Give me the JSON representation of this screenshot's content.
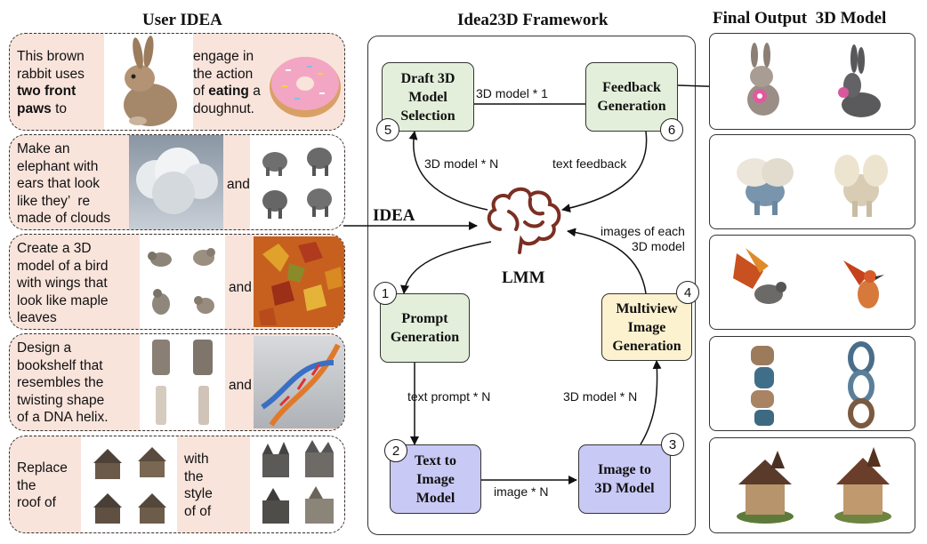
{
  "headings": {
    "user_idea": "User IDEA",
    "framework": "Idea23D Framework",
    "final_output": "Final Output  3D Model"
  },
  "examples": [
    {
      "text_a": [
        "This brown",
        "rabbit uses"
      ],
      "text_a_bold": [
        "two front",
        "paws"
      ],
      "text_a_end": " to",
      "text_b_1": "engage in",
      "text_b_2": "the action",
      "text_b_3_pre": "of ",
      "text_b_3_bold": "eating",
      "text_b_3_post": " a",
      "text_b_4": "doughnut."
    },
    {
      "text": [
        "Make an",
        "elephant with",
        "ears that look",
        "like they’  re",
        "made of clouds"
      ],
      "conj": "and"
    },
    {
      "text": [
        "Create a 3D",
        "model of a bird",
        "with wings that",
        "look like maple",
        "leaves"
      ],
      "conj": "and"
    },
    {
      "text": [
        "Design a",
        "bookshelf that",
        "resembles the",
        "twisting shape",
        "of a DNA helix."
      ],
      "conj": "and"
    },
    {
      "text_a": [
        "Replace",
        "the",
        "roof of"
      ],
      "text_b": [
        "with",
        "the",
        "style",
        "of of"
      ]
    }
  ],
  "nodes": {
    "draft": "Draft 3D Model Selection",
    "feedback": "Feedback Generation",
    "prompt": "Prompt Generation",
    "multiview": "Multiview Image Generation",
    "t2i": "Text to Image Model",
    "i23d": "Image to 3D Model",
    "lmm": "LMM"
  },
  "node_numbers": [
    "5",
    "6",
    "1",
    "4",
    "2",
    "3"
  ],
  "edge_labels": {
    "model_one": "3D model * 1",
    "model_n_up": "3D model * N",
    "text_feedback": "text feedback",
    "images_each": [
      "images of each",
      "3D model"
    ],
    "text_prompt": "text prompt * N",
    "image_n": "image * N",
    "model_n": "3D model * N",
    "idea": "IDEA"
  },
  "colors": {
    "idea_bg": "#f9e4dc",
    "green_node": "#e3efda",
    "yellow_node": "#fdf2cf",
    "purple_node": "#c9c9f5",
    "brain": "#7b2f22"
  }
}
